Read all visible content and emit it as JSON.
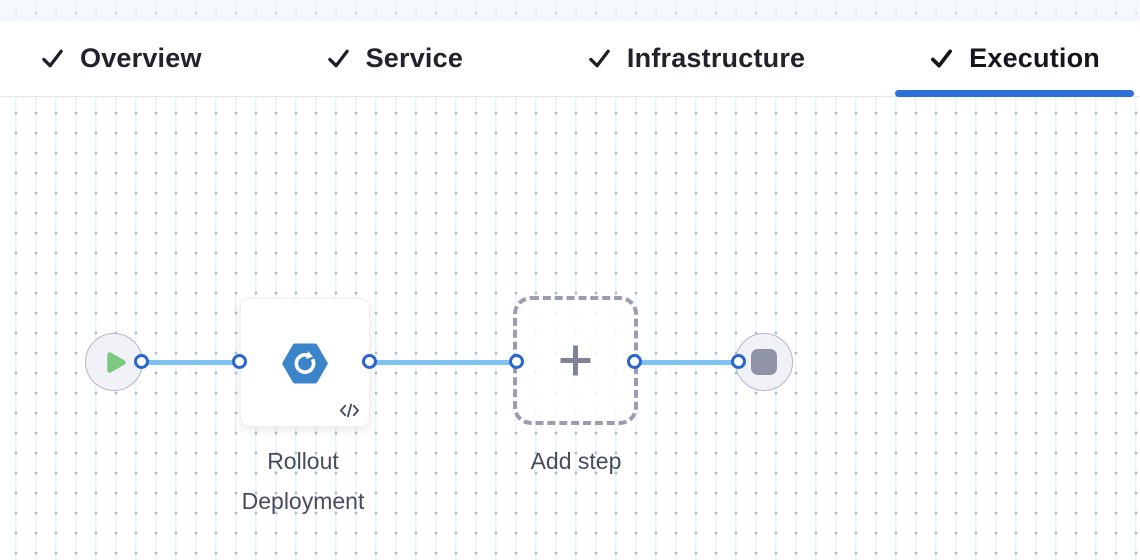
{
  "tabs": [
    {
      "label": "Overview",
      "completed": true,
      "active": false
    },
    {
      "label": "Service",
      "completed": true,
      "active": false
    },
    {
      "label": "Infrastructure",
      "completed": true,
      "active": false
    },
    {
      "label": "Execution",
      "completed": true,
      "active": true
    }
  ],
  "pipeline": {
    "start_node": {
      "icon": "play-icon"
    },
    "steps": [
      {
        "label": "Rollout Deployment",
        "icon": "rollout-hexagon-icon",
        "badge_icon": "code-template-icon"
      },
      {
        "label": "Add step",
        "icon": "plus-icon",
        "placeholder": true
      }
    ],
    "end_node": {
      "icon": "stop-icon"
    }
  },
  "colors": {
    "active_tab_underline": "#2b6fd7",
    "connector_line": "#7ec2f1",
    "connector_ring_border": "#2b66cf",
    "step_icon_blue": "#3b84c9",
    "play_green": "#7bc87e",
    "stop_gray": "#8f94a9",
    "label_text": "#474b5e"
  }
}
